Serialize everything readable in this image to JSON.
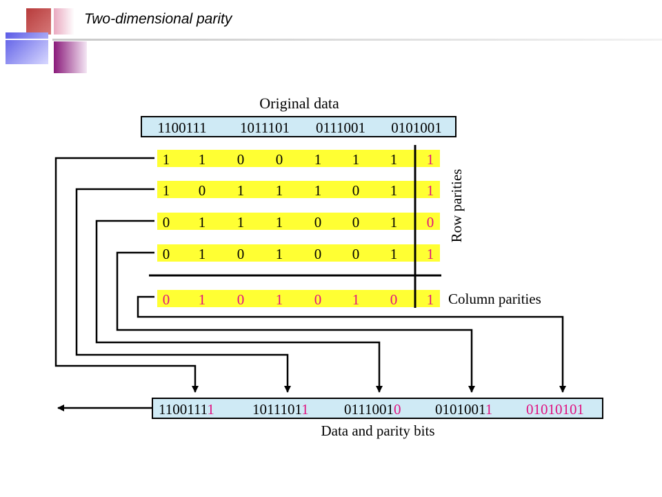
{
  "slide": {
    "title": "Two-dimensional parity"
  },
  "diagram": {
    "original_data_label": "Original data",
    "original_data": [
      "1100111",
      "1011101",
      "0111001",
      "0101001"
    ],
    "rows": [
      {
        "data": [
          "1",
          "1",
          "0",
          "0",
          "1",
          "1",
          "1"
        ],
        "parity": "1"
      },
      {
        "data": [
          "1",
          "0",
          "1",
          "1",
          "1",
          "0",
          "1"
        ],
        "parity": "1"
      },
      {
        "data": [
          "0",
          "1",
          "1",
          "1",
          "0",
          "0",
          "1"
        ],
        "parity": "0"
      },
      {
        "data": [
          "0",
          "1",
          "0",
          "1",
          "0",
          "0",
          "1"
        ],
        "parity": "1"
      }
    ],
    "column_parity": [
      "0",
      "1",
      "0",
      "1",
      "0",
      "1",
      "0",
      "1"
    ],
    "row_parities_label": "Row parities",
    "column_parities_label": "Column parities",
    "output": [
      {
        "data": "1100111",
        "parity": "1"
      },
      {
        "data": "1011101",
        "parity": "1"
      },
      {
        "data": "0111001",
        "parity": "0"
      },
      {
        "data": "0101001",
        "parity": "1"
      },
      {
        "data": "",
        "parity": "01010101"
      }
    ],
    "output_label": "Data and parity bits"
  },
  "colors": {
    "row_highlight": "#ffff33",
    "box_fill": "#cfeaf5",
    "parity_text": "#e0117f",
    "line": "#000000"
  }
}
